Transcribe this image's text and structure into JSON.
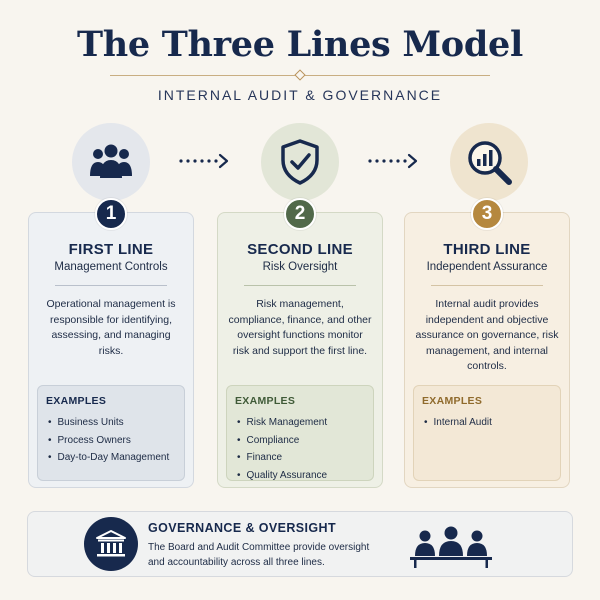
{
  "header": {
    "title": "The Three Lines Model",
    "subtitle": "INTERNAL AUDIT & GOVERNANCE"
  },
  "colors": {
    "navy": "#17294d",
    "green": "#51694a",
    "gold": "#b5883f",
    "first_card_bg": "#eef1f4",
    "second_card_bg": "#eef0e6",
    "third_card_bg": "#f7efe2"
  },
  "lines": [
    {
      "number": "1",
      "title": "FIRST LINE",
      "subtitle": "Management Controls",
      "icon": "people-group-icon",
      "description": "Operational management is responsible for identifying, assessing, and managing risks.",
      "examples_label": "EXAMPLES",
      "examples": [
        "Business Units",
        "Process Owners",
        "Day-to-Day Management"
      ]
    },
    {
      "number": "2",
      "title": "SECOND LINE",
      "subtitle": "Risk Oversight",
      "icon": "shield-check-icon",
      "description": "Risk management, compliance, finance, and other oversight functions monitor risk and support the first line.",
      "examples_label": "EXAMPLES",
      "examples": [
        "Risk Management",
        "Compliance",
        "Finance",
        "Quality Assurance"
      ]
    },
    {
      "number": "3",
      "title": "THIRD LINE",
      "subtitle": "Independent Assurance",
      "icon": "magnifier-chart-icon",
      "description": "Internal audit provides independent and objective assurance on governance, risk management, and internal controls.",
      "examples_label": "EXAMPLES",
      "examples": [
        "Internal Audit"
      ]
    }
  ],
  "governance": {
    "title": "GOVERNANCE & OVERSIGHT",
    "description": "The Board and Audit Committee provide oversight and accountability across all three lines.",
    "icon": "institution-icon",
    "side_icon": "board-members-icon"
  }
}
